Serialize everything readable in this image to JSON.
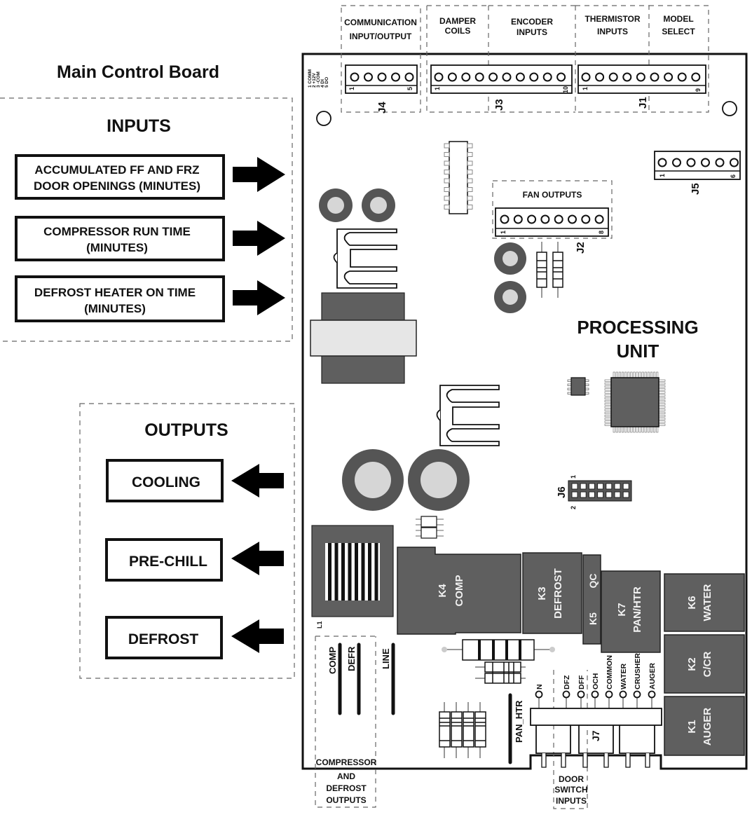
{
  "title": "Main Control Board",
  "inputs": {
    "heading": "INPUTS",
    "items": [
      {
        "line1": "ACCUMULATED FF AND FRZ",
        "line2": "DOOR OPENINGS (MINUTES)"
      },
      {
        "line1": "COMPRESSOR RUN TIME",
        "line2": "(MINUTES)"
      },
      {
        "line1": "DEFROST HEATER ON TIME",
        "line2": "(MINUTES)"
      }
    ]
  },
  "outputs": {
    "heading": "OUTPUTS",
    "items": [
      "COOLING",
      "PRE-CHILL",
      "DEFROST"
    ]
  },
  "top_groups": [
    {
      "line1": "COMMUNICATION",
      "line2": "INPUT/OUTPUT"
    },
    {
      "line1": "DAMPER",
      "line2": "COILS"
    },
    {
      "line1": "ENCODER",
      "line2": "INPUTS"
    },
    {
      "line1": "THERMISTOR",
      "line2": "INPUTS"
    },
    {
      "line1": "MODEL",
      "line2": "SELECT"
    }
  ],
  "connectors": {
    "j4": {
      "name": "J4",
      "first": "1",
      "last": "5",
      "pins": 5
    },
    "j3": {
      "name": "J3",
      "first": "1",
      "last": "10",
      "pins": 10
    },
    "j1": {
      "name": "J1",
      "first": "1",
      "last": "9",
      "pins": 9
    },
    "j2": {
      "name": "J2",
      "first": "1",
      "last": "8",
      "pins": 8,
      "label": "FAN OUTPUTS"
    },
    "j5": {
      "name": "J5",
      "first": "1",
      "last": "6",
      "pins": 6
    },
    "j6": {
      "name": "J6",
      "first": "1",
      "second": "2"
    },
    "j7": {
      "name": "J7"
    }
  },
  "j4_pin_legend": [
    "1 COMM",
    "2 +12V",
    "3 -COM",
    "4 DI",
    "5 DO"
  ],
  "processing_unit": {
    "line1": "PROCESSING",
    "line2": "UNIT"
  },
  "relays": [
    {
      "id": "K4",
      "label": "COMP"
    },
    {
      "id": "K3",
      "label": "DEFROST"
    },
    {
      "id": "K5",
      "label": "QC"
    },
    {
      "id": "K7",
      "label": "PAN/HTR"
    },
    {
      "id": "K6",
      "label": "WATER"
    },
    {
      "id": "K2",
      "label": "C/CR"
    },
    {
      "id": "K1",
      "label": "AUGER"
    }
  ],
  "inductor_label": "L1",
  "compressor_terminals": [
    "COMP",
    "DEFR",
    "LINE"
  ],
  "compressor_group": {
    "line1": "COMPRESSOR",
    "line2": "AND",
    "line3": "DEFROST",
    "line4": "OUTPUTS"
  },
  "pan_htr_label": "PAN_HTR",
  "j7_pins": [
    "N",
    "DFZ",
    "DFF",
    "OCH",
    "COMMON",
    "WATER",
    "CRUSHER",
    "AUGER"
  ],
  "door_switch_group": {
    "line1": "DOOR",
    "line2": "SWITCH",
    "line3": "INPUTS"
  }
}
